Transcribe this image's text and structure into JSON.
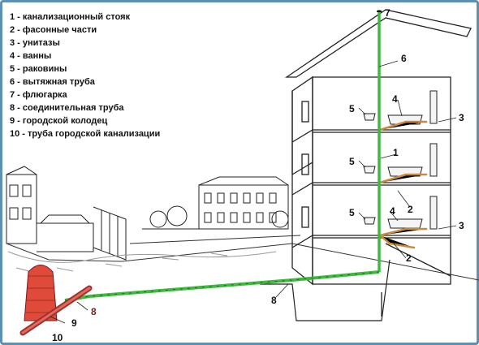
{
  "legend": [
    "1 - канализационный стояк",
    "2 - фасонные части",
    "3 - унитазы",
    "4 - ванны",
    "5 - раковины",
    "6 - вытяжная труба",
    "7 - флюгарка",
    "8 - соединительная труба",
    "9 - городской колодец",
    "10 - труба городской канализации"
  ],
  "callouts": {
    "n1": "1",
    "n2a": "2",
    "n2b": "2",
    "n3a": "3",
    "n3b": "3",
    "n4a": "4",
    "n4b": "4",
    "n5a": "5",
    "n5b": "5",
    "n5c": "5",
    "n6": "6",
    "n7": "7",
    "n8a": "8",
    "n8b": "8",
    "n9": "9",
    "n10": "10"
  },
  "colors": {
    "pipe": "#3fb93f",
    "fitting": "#c98a3a",
    "well": "#e04a3a",
    "frame": "#5f8fb3"
  }
}
